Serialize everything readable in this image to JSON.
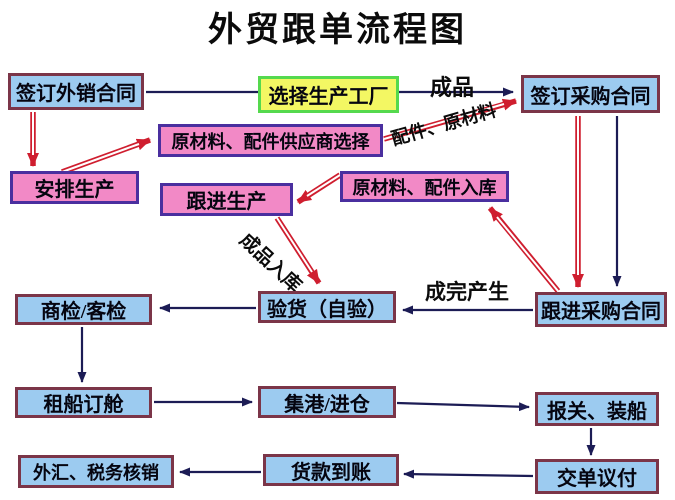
{
  "title": "外贸跟单流程图",
  "nodes": {
    "sign_export_contract": {
      "label": "签订外销合同"
    },
    "choose_factory": {
      "label": "选择生产工厂"
    },
    "sign_purchase_contract": {
      "label": "签订采购合同"
    },
    "supplier_selection": {
      "label": "原材料、配件供应商选择"
    },
    "arrange_production": {
      "label": "安排生产"
    },
    "follow_production": {
      "label": "跟进生产"
    },
    "materials_warehouse": {
      "label": "原材料、配件入库"
    },
    "inspection": {
      "label": "商检/客检"
    },
    "self_check": {
      "label": "验货（自验）"
    },
    "follow_purchase_contract": {
      "label": "跟进采购合同"
    },
    "charter_booking": {
      "label": "租船订舱"
    },
    "port_entry": {
      "label": "集港/进仓"
    },
    "customs_loading": {
      "label": "报关、装船"
    },
    "present_documents": {
      "label": "交单议付"
    },
    "forex_tax_verification": {
      "label": "外汇、税务核销"
    },
    "payment_received": {
      "label": "货款到账"
    }
  },
  "edge_labels": {
    "finished_product": "成品",
    "parts_materials": "配件、原材料",
    "finished_warehouse": "成品入库",
    "finished_generated": "成完产生"
  },
  "colors": {
    "node_blue_fill": "#9ccbf0",
    "node_blue_border": "#7b3548",
    "node_pink_fill": "#f289c6",
    "node_pink_border": "#4a2f9f",
    "node_yellow_fill": "#f3f763",
    "node_yellow_border": "#55d94e",
    "arrow_dark": "#1c1c55",
    "arrow_red": "#cf1e2f"
  }
}
